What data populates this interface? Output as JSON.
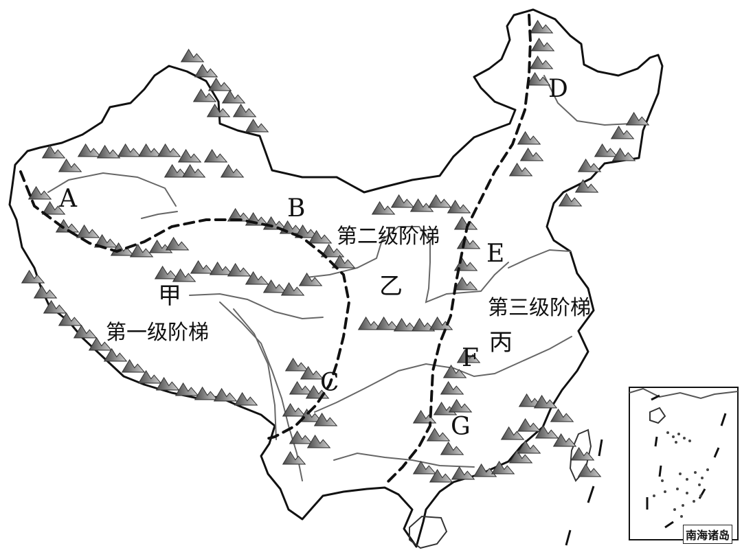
{
  "map": {
    "letters": {
      "A": "A",
      "B": "B",
      "C": "C",
      "D": "D",
      "E": "E",
      "F": "F",
      "G": "G"
    },
    "regions": {
      "jia": "甲",
      "yi": "乙",
      "bing": "丙"
    },
    "steps": {
      "first": "第一级阶梯",
      "second": "第二级阶梯",
      "third": "第三级阶梯"
    },
    "inset_caption": "南海诸岛",
    "colors": {
      "border": "#111111",
      "river": "#666666",
      "mountain_dark": "#555555",
      "mountain_light": "#bbbbbb",
      "step_line": "#111111"
    },
    "icons": {
      "mountain": "mountain-icon"
    }
  }
}
